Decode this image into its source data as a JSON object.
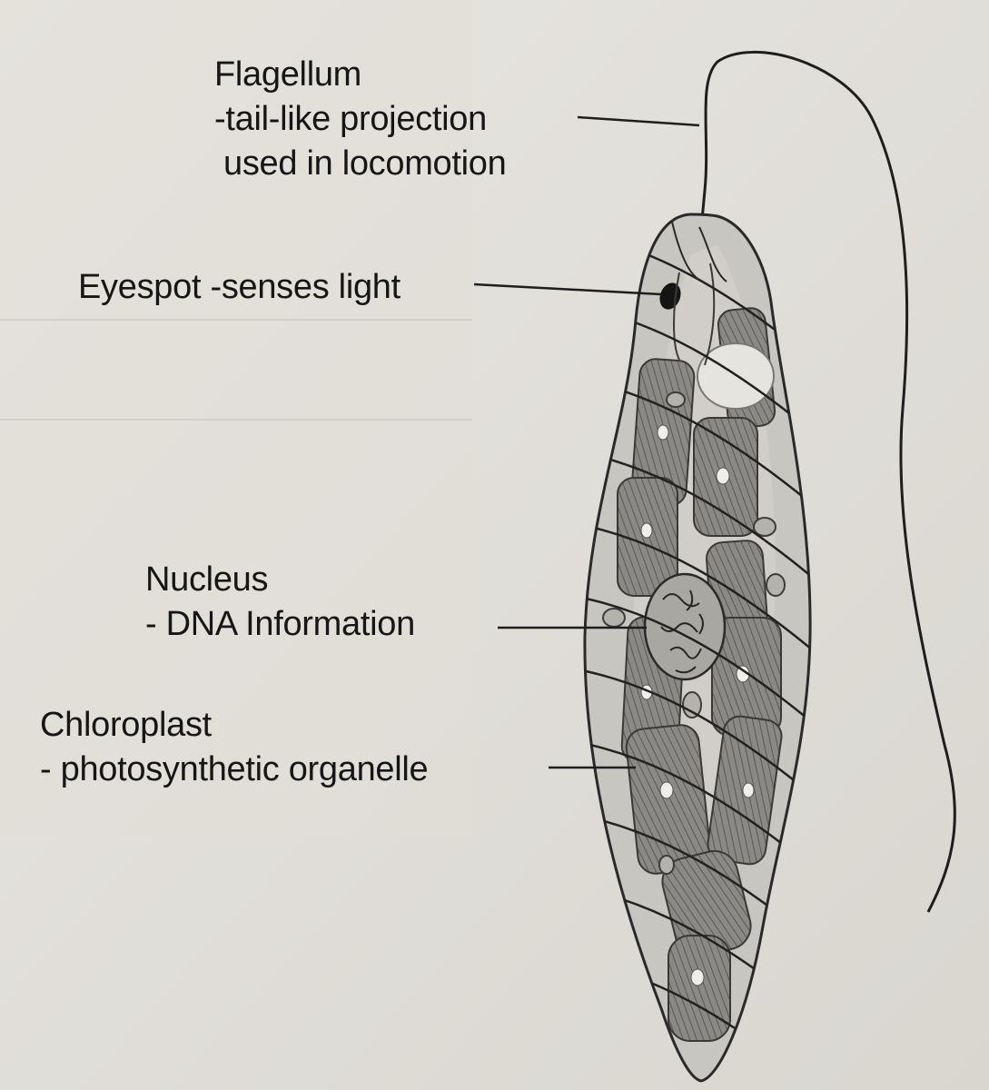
{
  "figure": {
    "type": "labeled biological diagram",
    "subject": "euglena"
  },
  "labels": {
    "flagellum": {
      "name": "Flagellum",
      "line1": "-tail-like projection",
      "line2": "used in locomotion"
    },
    "eyespot": {
      "text": "Eyespot -senses light"
    },
    "nucleus": {
      "name": "Nucleus",
      "desc": "- DNA Information"
    },
    "chloroplast": {
      "name": "Chloroplast",
      "desc": "- photosynthetic organelle"
    }
  },
  "colors": {
    "page": "#e4e1dc",
    "cell_fill": "#c9c7c2",
    "chloroplast_fill": "#8a8884",
    "outline": "#2a2a2a",
    "text": "#161616"
  }
}
